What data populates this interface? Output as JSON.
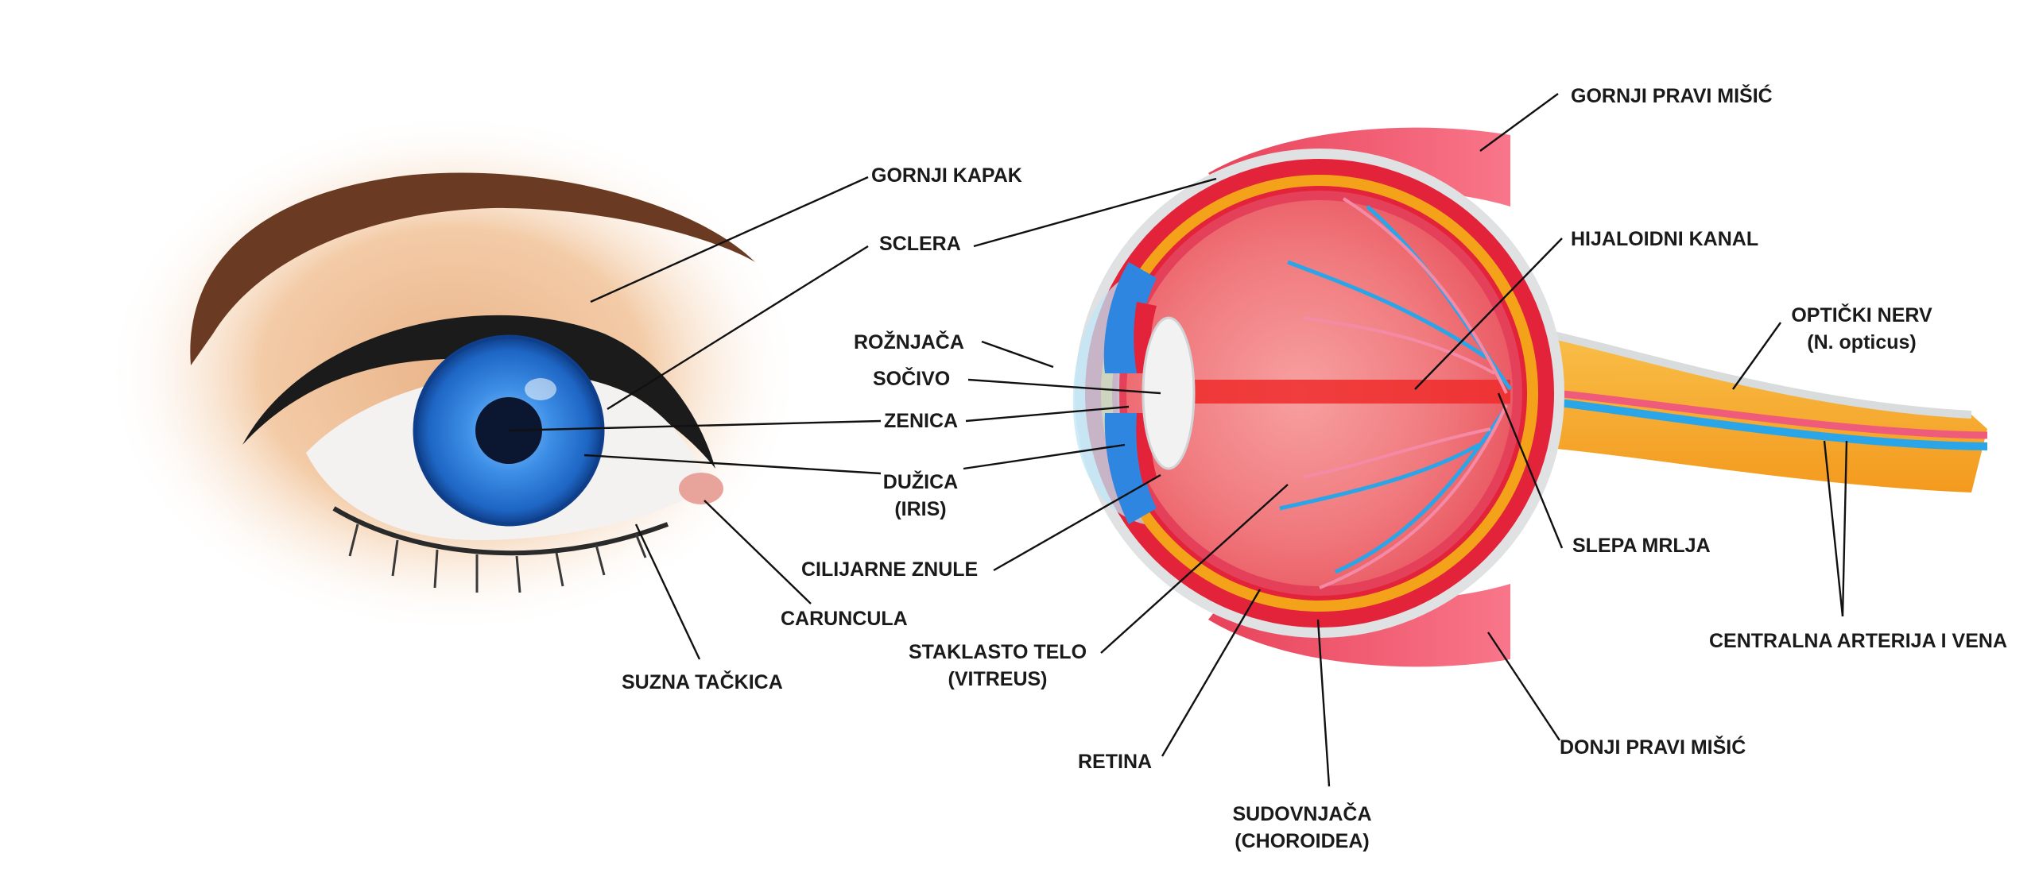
{
  "colors": {
    "iris": "#2f86e0",
    "sclera_red": "#e3233a",
    "choroid_orange": "#f5a21b",
    "nerve_orange": "#f6b23a",
    "vessel_blue": "#2aa6e8",
    "vessel_pink": "#ef5b7a",
    "skin": "#f4c9a0",
    "brow": "#6a3b22",
    "text": "#1a1a1a"
  },
  "labels": {
    "gornji_kapak": "GORNJI KAPAK",
    "sclera": "SCLERA",
    "roznjaca": "ROŽNJAČA",
    "socivo": "SOČIVO",
    "zenica": "ZENICA",
    "duzica": "DUŽICA",
    "duzica_sub": "(IRIS)",
    "cilijarne_znule": "CILIJARNE ZNULE",
    "caruncula": "CARUNCULA",
    "suzna_tackica": "SUZNA TAČKICA",
    "staklasto_telo": "STAKLASTO TELO",
    "staklasto_telo_sub": "(VITREUS)",
    "retina": "RETINA",
    "sudovnjaca": "SUDOVNJAČA",
    "sudovnjaca_sub": "(CHOROIDEA)",
    "donji_pravi_misic": "DONJI PRAVI MIŠIĆ",
    "gornji_pravi_misic": "GORNJI PRAVI MIŠIĆ",
    "hijaloidni_kanal": "HIJALOIDNI KANAL",
    "opticki_nerv": "OPTIČKI NERV",
    "opticki_nerv_sub": "(N. opticus)",
    "slepa_mrlja": "SLEPA MRLJA",
    "centralna_arterija": "CENTRALNA ARTERIJA I VENA"
  }
}
